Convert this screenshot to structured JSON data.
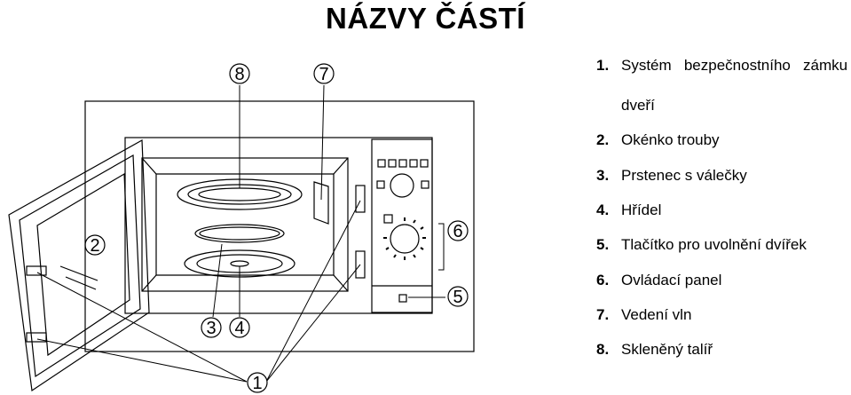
{
  "title": "NÁZVY ČÁSTÍ",
  "legend": [
    {
      "num": "1.",
      "line1": "Systém   bezpečnostního   zámku",
      "line2": "dveří"
    },
    {
      "num": "2.",
      "line1": "Okénko trouby"
    },
    {
      "num": "3.",
      "line1": "Prstenec s válečky"
    },
    {
      "num": "4.",
      "line1": "Hřídel"
    },
    {
      "num": "5.",
      "line1": "Tlačítko pro uvolnění dvířek"
    },
    {
      "num": "6.",
      "line1": "Ovládací panel"
    },
    {
      "num": "7.",
      "line1": "Vedení vln"
    },
    {
      "num": "8.",
      "line1": "Skleněný talíř"
    }
  ],
  "callouts": [
    "8",
    "7",
    "6",
    "5",
    "4",
    "3",
    "2",
    "1"
  ]
}
